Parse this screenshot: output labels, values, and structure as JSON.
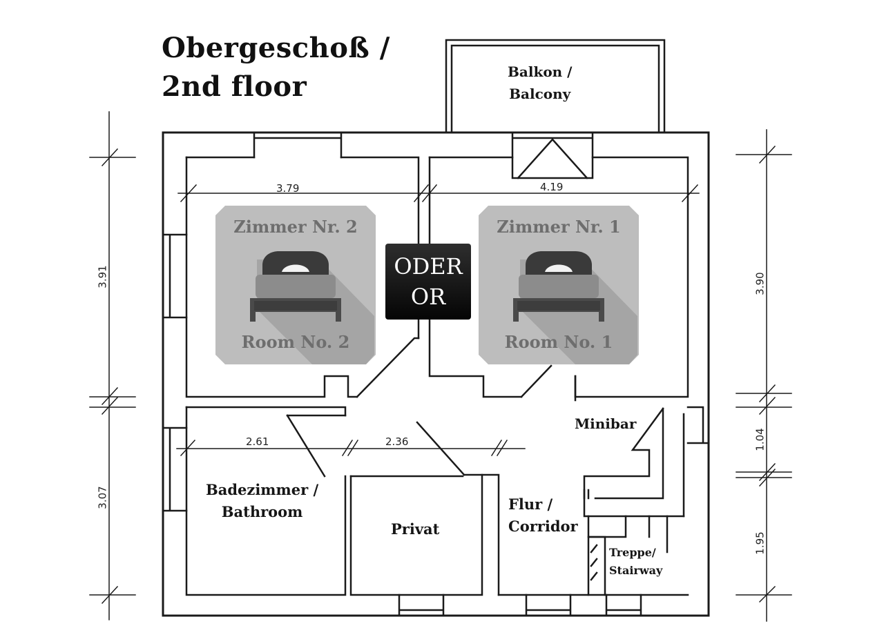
{
  "title": {
    "line1": "Obergeschoß /",
    "line2": "2nd floor"
  },
  "rooms": {
    "balcony": {
      "line1": "Balkon /",
      "line2": "Balcony"
    },
    "room2": {
      "name_de": "Zimmer Nr. 2",
      "name_en": "Room No. 2",
      "icon": "bed-icon"
    },
    "room1": {
      "name_de": "Zimmer Nr. 1",
      "name_en": "Room No. 1",
      "icon": "bed-icon"
    },
    "minibar": "Minibar",
    "bathroom": {
      "line1": "Badezimmer /",
      "line2": "Bathroom"
    },
    "privat": "Privat",
    "corridor": {
      "line1": "Flur /",
      "line2": "Corridor"
    },
    "stairway": {
      "line1": "Treppe/",
      "line2": "Stairway"
    }
  },
  "oder_badge": {
    "line1": "ODER",
    "line2": "OR"
  },
  "dimensions": {
    "room2_width": "3.79",
    "room1_width": "4.19",
    "bathroom_width": "2.61",
    "privat_width": "2.36",
    "left_upper": "3.91",
    "left_lower": "3.07",
    "right_upper": "3.90",
    "right_middle": "1.04",
    "right_lower": "1.95"
  },
  "colors": {
    "wall": "#1a1a1a",
    "card": "#bdbdbd",
    "card_text": "#6e6e6e",
    "badge": "#111111"
  }
}
